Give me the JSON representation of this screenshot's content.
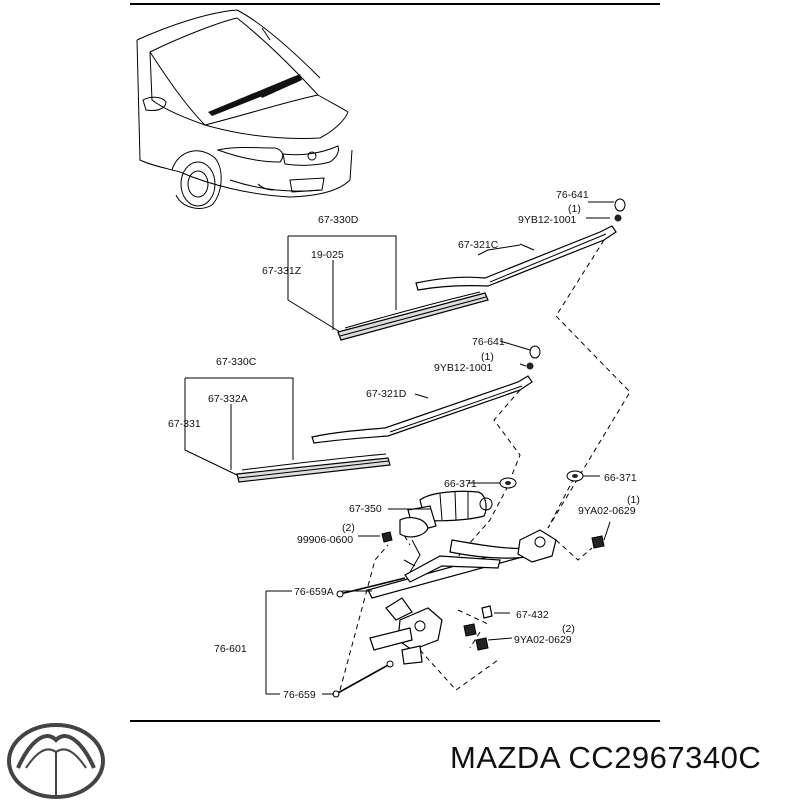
{
  "brand": "MAZDA",
  "part_number": "CC2967340C",
  "logo": {
    "name": "mazda-logo",
    "color": "#444444"
  },
  "labels": {
    "l76641a": "76-641",
    "q1a": "(1)",
    "l9yb12a": "9YB12-1001",
    "l67321c": "67-321C",
    "l67330d": "67-330D",
    "l19025": "19-025",
    "l67331z": "67-331Z",
    "l76641b": "76-641",
    "q1b": "(1)",
    "l9yb12b": "9YB12-1001",
    "l67330c": "67-330C",
    "l67321d": "67-321D",
    "l67332a": "67-332A",
    "l67331": "67-331",
    "l66371a": "66-371",
    "l66371b": "66-371",
    "l67350": "67-350",
    "q1c": "(1)",
    "l9ya02a": "9YA02-0629",
    "q2a": "(2)",
    "l99906": "99906-0600",
    "l76659a": "76-659A",
    "l67432": "67-432",
    "q2b": "(2)",
    "l9ya02b": "9YA02-0629",
    "l76601": "76-601",
    "l76659": "76-659"
  }
}
